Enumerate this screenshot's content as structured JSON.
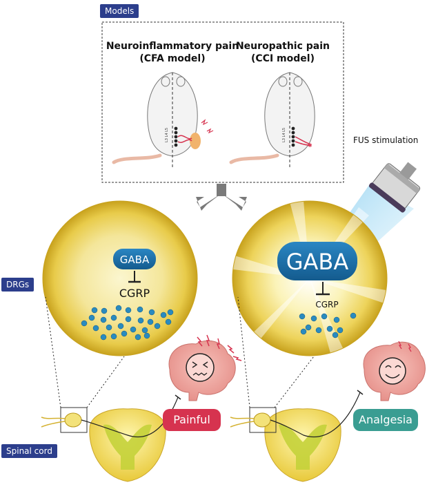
{
  "labels": {
    "models": "Models",
    "drgs": "DRGs",
    "spinal_cord": "Spinal cord",
    "fus_stimulation": "FUS stimulation"
  },
  "models": [
    {
      "title_line1": "Neuroinflammatory pain",
      "title_line2": "(CFA model)"
    },
    {
      "title_line1": "Neuropathic pain",
      "title_line2": "(CCI model)"
    }
  ],
  "panels": {
    "left": {
      "gaba": "GABA",
      "cgrp": "CGRP",
      "outcome": "Painful"
    },
    "right": {
      "gaba": "GABA",
      "cgrp": "CGRP",
      "outcome": "Analgesia"
    }
  },
  "rat_dorsal_labels": [
    "L3",
    "L4",
    "L5"
  ],
  "colors": {
    "tag_blue": "#2c3e8c",
    "gaba_blue": "#1a6fa8",
    "painful_red": "#d6334f",
    "analgesia_teal": "#3a9d92",
    "drg_yellow": "#e6c53a",
    "brain_pink": "#f0a6a0",
    "vesicle_blue": "#2a8bbf"
  }
}
